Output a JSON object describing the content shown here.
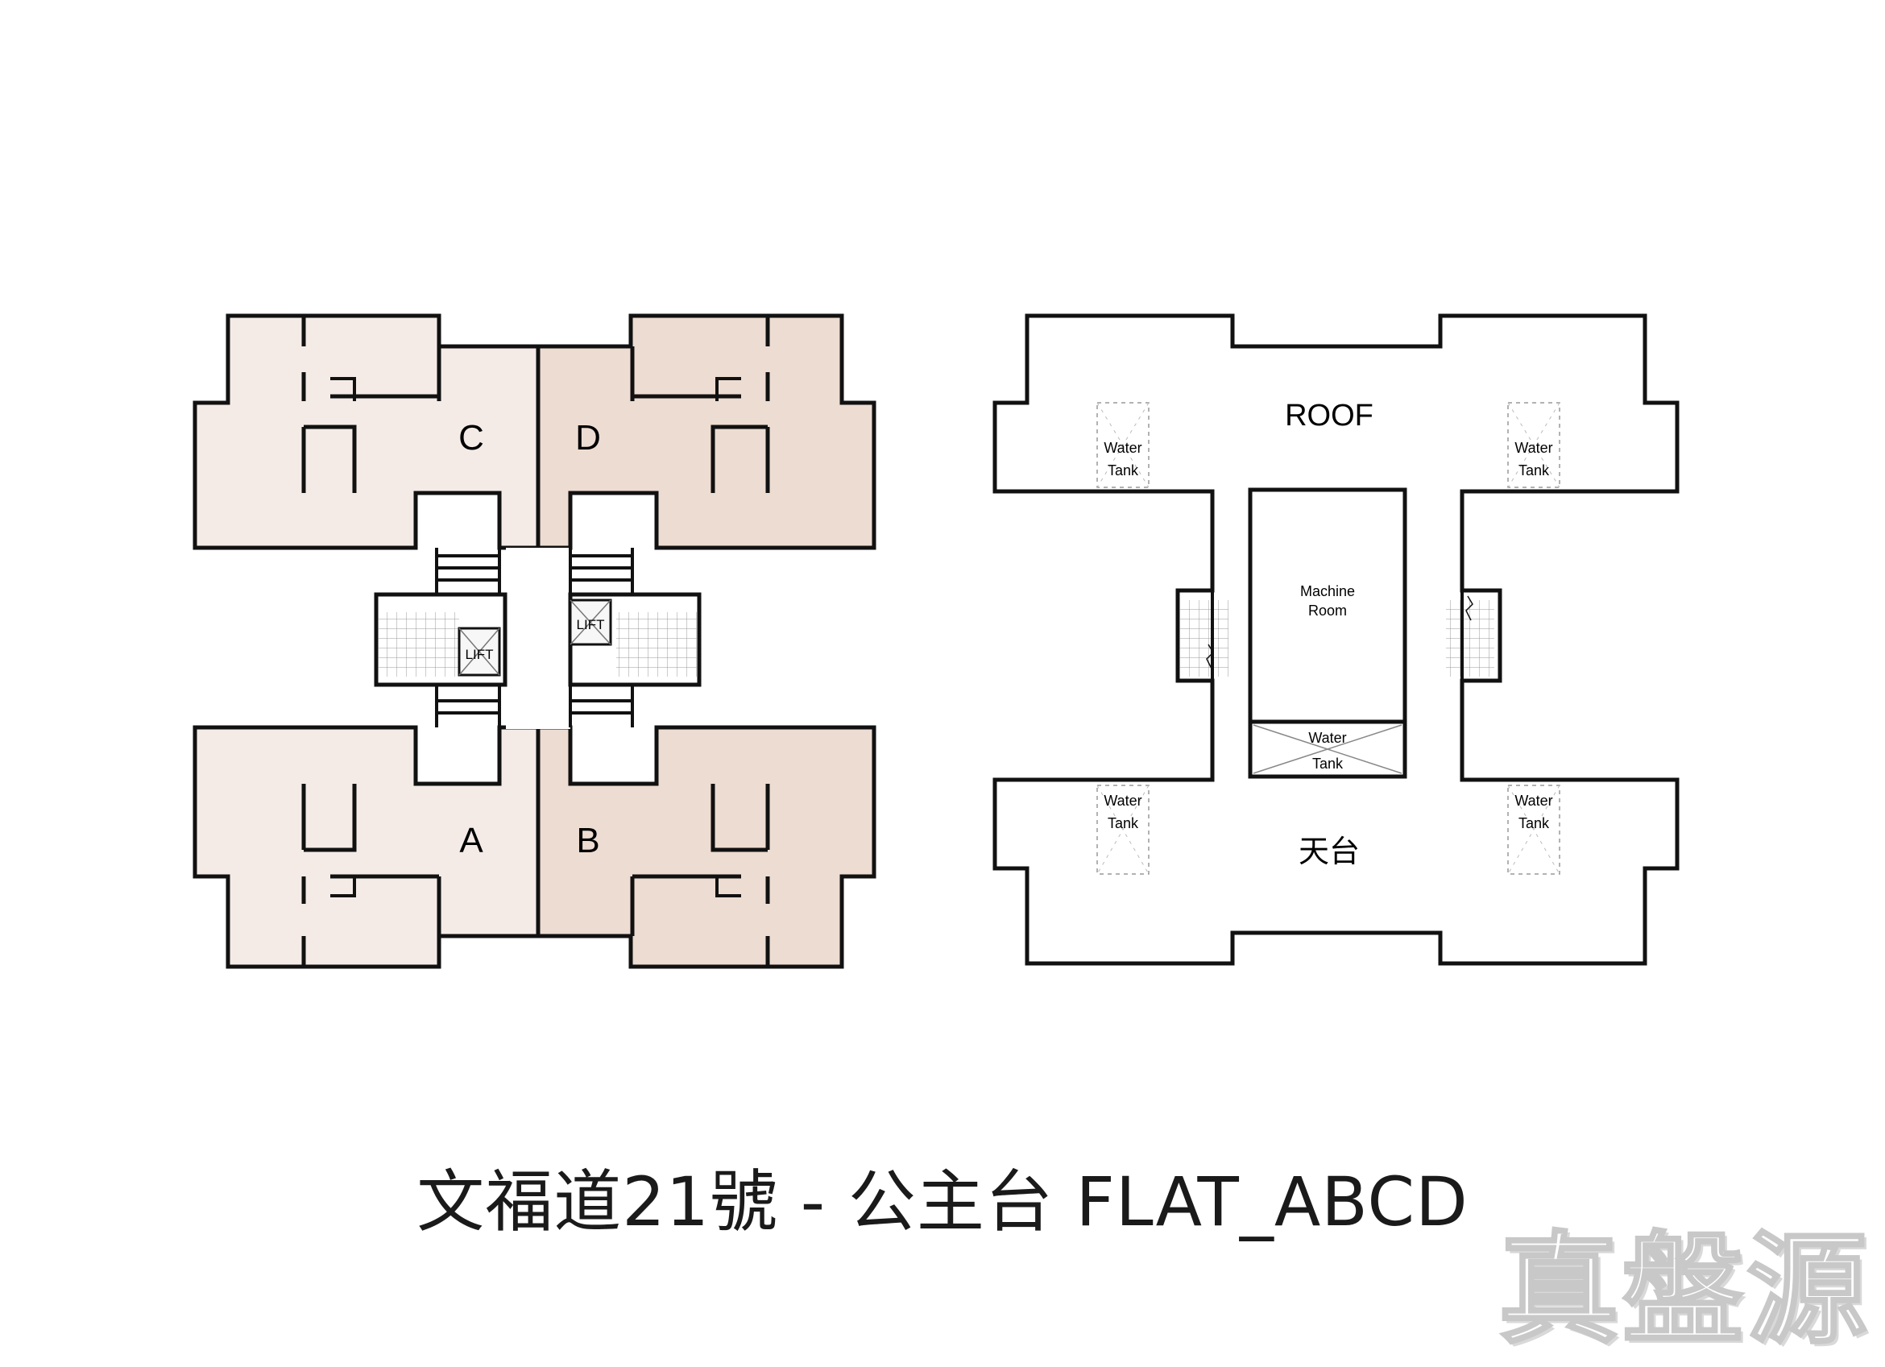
{
  "floor_plan": {
    "units": {
      "a": {
        "label": "A"
      },
      "b": {
        "label": "B"
      },
      "c": {
        "label": "C"
      },
      "d": {
        "label": "D"
      }
    },
    "lift_label": "LIFT",
    "colors": {
      "unit_light": "#f4ebe7",
      "unit_dark": "#eddcd1",
      "wall": "#111111"
    }
  },
  "roof_plan": {
    "roof_label": "ROOF",
    "roof_label_zh": "天台",
    "machine_room": {
      "line1": "Machine",
      "line2": "Room"
    },
    "water_tank": {
      "line1": "Water",
      "line2": "Tank"
    }
  },
  "caption": "文福道21號 - 公主台 FLAT_ABCD",
  "watermark": "真盤源"
}
